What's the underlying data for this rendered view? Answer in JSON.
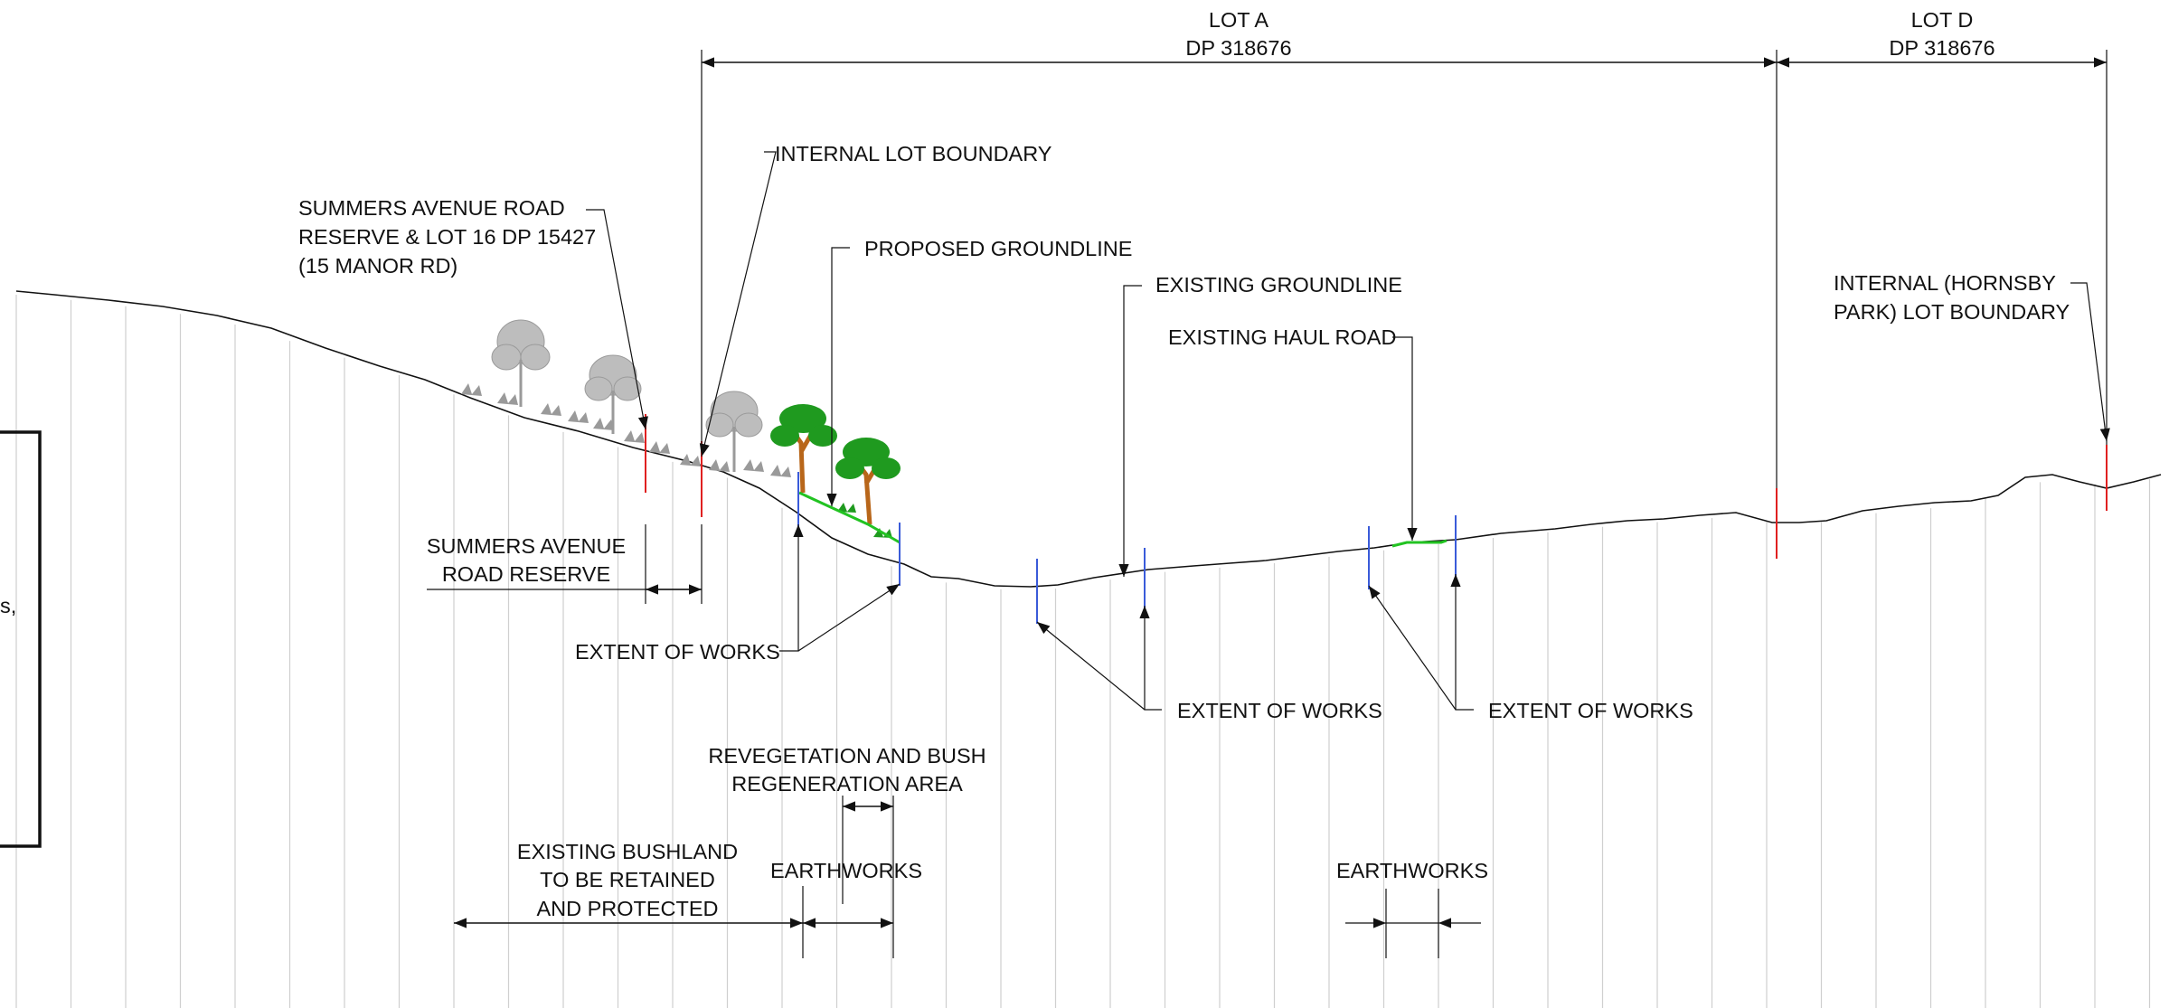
{
  "lot_a": {
    "line1": "LOT A",
    "line2": "DP 318676"
  },
  "lot_d": {
    "line1": "LOT D",
    "line2": "DP 318676"
  },
  "callouts": {
    "internal_lot_boundary": "INTERNAL LOT BOUNDARY",
    "summers_reserve_lot16": [
      "SUMMERS AVENUE ROAD",
      "RESERVE & LOT 16 DP 15427",
      "(15 MANOR RD)"
    ],
    "proposed_groundline": "PROPOSED GROUNDLINE",
    "existing_groundline": "EXISTING GROUNDLINE",
    "existing_haul_road": "EXISTING HAUL ROAD",
    "internal_hornsby": [
      "INTERNAL (HORNSBY",
      "PARK) LOT BOUNDARY"
    ],
    "summers_avenue_road_reserve": [
      "SUMMERS AVENUE",
      "ROAD RESERVE"
    ],
    "extent_of_works_1": "EXTENT OF WORKS",
    "extent_of_works_2": "EXTENT OF WORKS",
    "extent_of_works_3": "EXTENT OF WORKS",
    "revegetation": [
      "REVEGETATION AND BUSH",
      "REGENERATION AREA"
    ],
    "existing_bushland": [
      "EXISTING BUSHLAND",
      "TO BE RETAINED",
      "AND PROTECTED"
    ],
    "earthworks_1": "EARTHWORKS",
    "earthworks_2": "EARTHWORKS",
    "left_edge_fragment": "s,"
  },
  "colors": {
    "line": "#111111",
    "grid": "#cfcfcf",
    "lot_boundary_marker": "#e02020",
    "extent_marker": "#3a5bd9",
    "proposed_groundline": "#22c322",
    "tree_canopy": "#1f9a1f",
    "tree_trunk": "#b8661a",
    "existing_tree": "#bdbdbd"
  }
}
